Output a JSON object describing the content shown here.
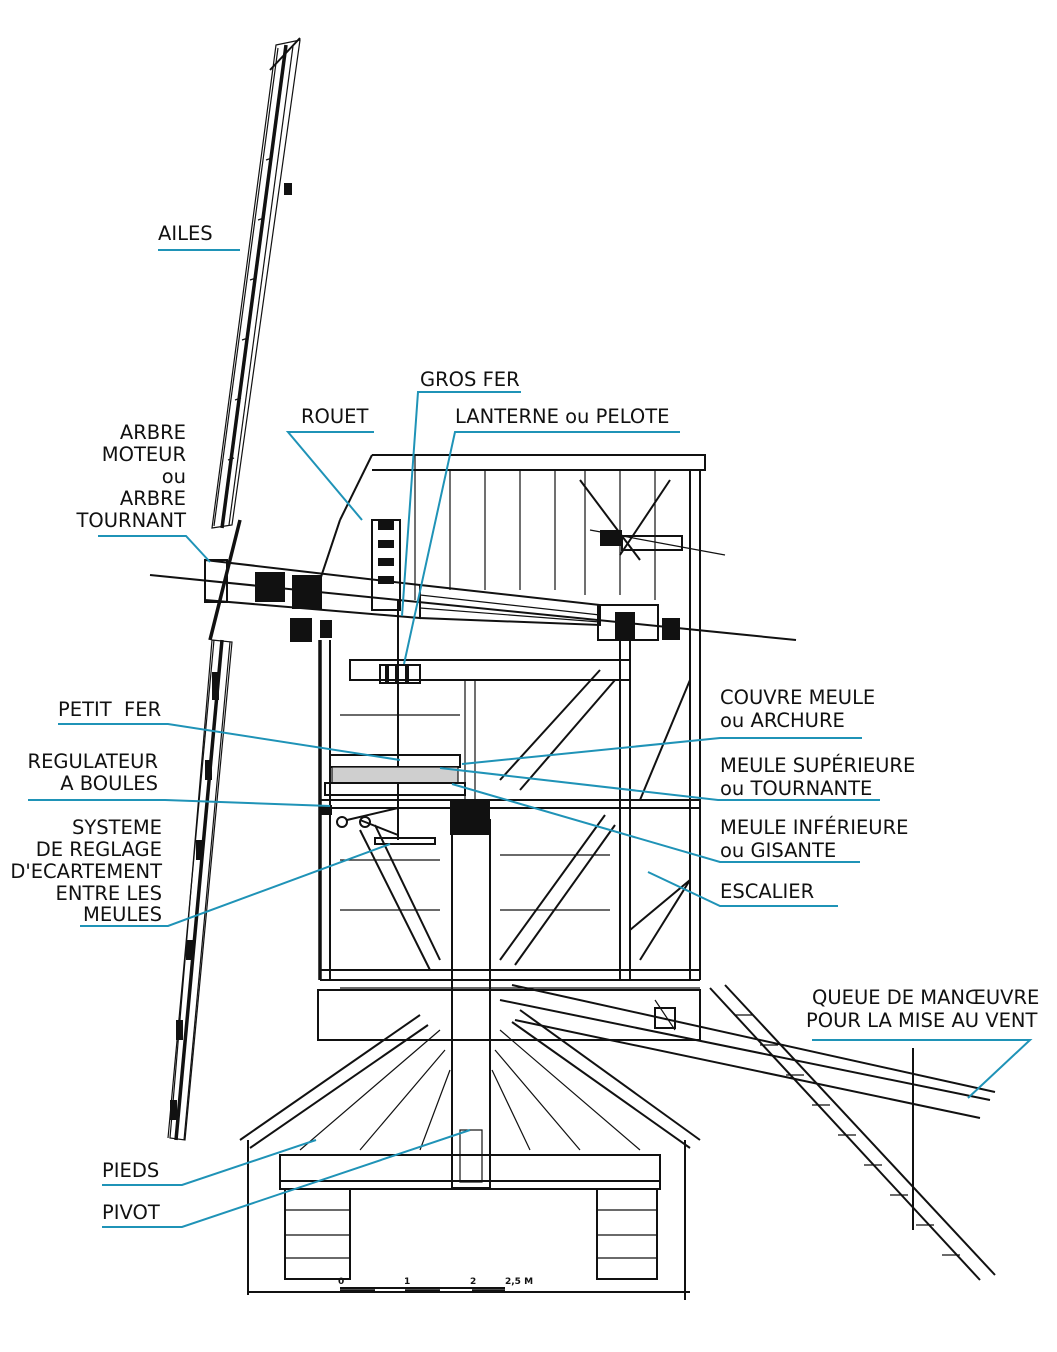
{
  "labels": {
    "ailes": "AILES",
    "rouet": "ROUET",
    "gros_fer": "GROS FER",
    "lanterne": "LANTERNE ou PELOTE",
    "arbre": [
      "ARBRE",
      "MOTEUR",
      "ou",
      "ARBRE",
      "TOURNANT"
    ],
    "petit_fer": "PETIT  FER",
    "regulateur": [
      "REGULATEUR",
      "A BOULES"
    ],
    "systeme": [
      "SYSTEME",
      "DE REGLAGE",
      "D'ECARTEMENT",
      "ENTRE LES",
      "MEULES"
    ],
    "couvre_meule": [
      "COUVRE MEULE",
      "ou ARCHURE"
    ],
    "meule_sup": [
      "MEULE SUPÉRIEURE",
      "ou TOURNANTE"
    ],
    "meule_inf": [
      "MEULE INFÉRIEURE",
      "ou GISANTE"
    ],
    "escalier": "ESCALIER",
    "queue": [
      "QUEUE DE MANŒUVRE",
      "POUR LA MISE AU VENT"
    ],
    "pieds": "PIEDS",
    "pivot": "PIVOT"
  },
  "scale_bar": {
    "ticks": [
      "0",
      "1",
      "2",
      "2,5 M"
    ]
  },
  "colors": {
    "leader": "#1f93b7",
    "ink": "#111111"
  }
}
